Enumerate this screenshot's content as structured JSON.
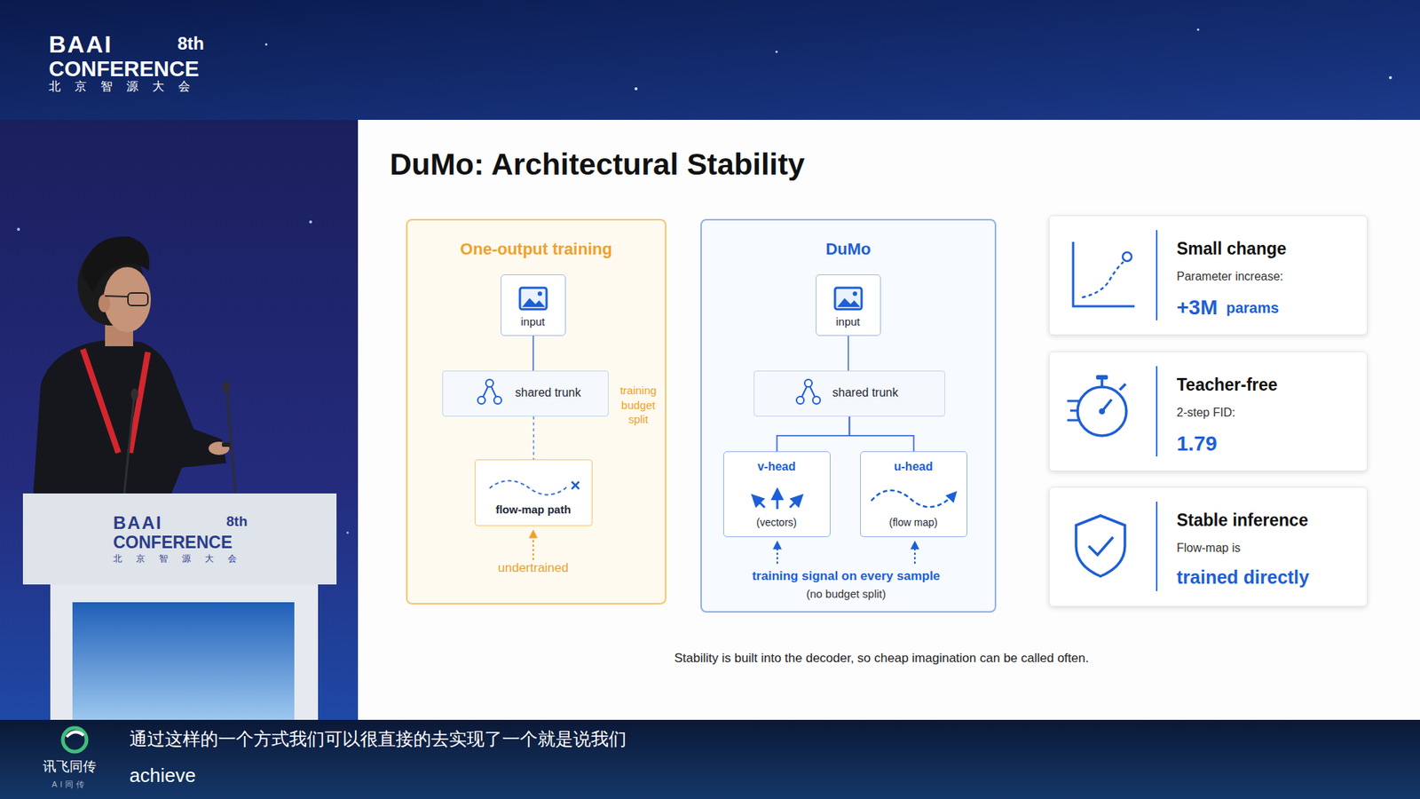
{
  "diagram": {
    "title": "DuMo: Architectural Stability",
    "caption": "Stability is built into the decoder, so cheap imagination can be called often.",
    "nodes": [
      {
        "text": [
          "One-output training"
        ]
      },
      {
        "text": [
          "input"
        ],
        "in": 0
      },
      {
        "text": [
          "shared trunk"
        ],
        "in": 0
      },
      {
        "text": [
          "flow-map path"
        ],
        "in": 0
      },
      {
        "text": [
          "DuMo"
        ]
      },
      {
        "text": [
          "input"
        ],
        "in": 4
      },
      {
        "text": [
          "shared trunk"
        ],
        "in": 4
      },
      {
        "text": [
          "v-head",
          "(vectors)"
        ],
        "in": 4
      },
      {
        "text": [
          "u-head",
          "(flow map)"
        ],
        "in": 4
      },
      {
        "text": [
          "Small change",
          "Parameter increase:",
          "+3M",
          "params"
        ]
      },
      {
        "text": [
          "Teacher-free",
          "2-step FID:",
          "1.79"
        ]
      },
      {
        "text": [
          "Stable inference",
          "Flow-map is",
          "trained directly"
        ]
      }
    ],
    "edges": [
      {
        "from": 1,
        "to": 2,
        "arrow": "none"
      },
      {
        "from": 2,
        "to": 3,
        "arrow": "none"
      },
      {
        "from": 5,
        "to": 6,
        "arrow": "none"
      },
      {
        "from": 6,
        "to": 7,
        "arrow": "none"
      },
      {
        "from": 6,
        "to": 8,
        "arrow": "none"
      }
    ],
    "labels": [
      "training budget split",
      "undertrained",
      "training signal on every sample",
      "(no budget split)",
      "BAAI",
      "8th",
      "CONFERENCE",
      "北京智源大会",
      "BAAI",
      "8th",
      "CONFERENCE",
      "北京智源大会",
      "通过这样的一个方式我们可以很直接的去实现了一个就是说我们",
      "achieve",
      "讯飞同传",
      "AI同传"
    ]
  }
}
